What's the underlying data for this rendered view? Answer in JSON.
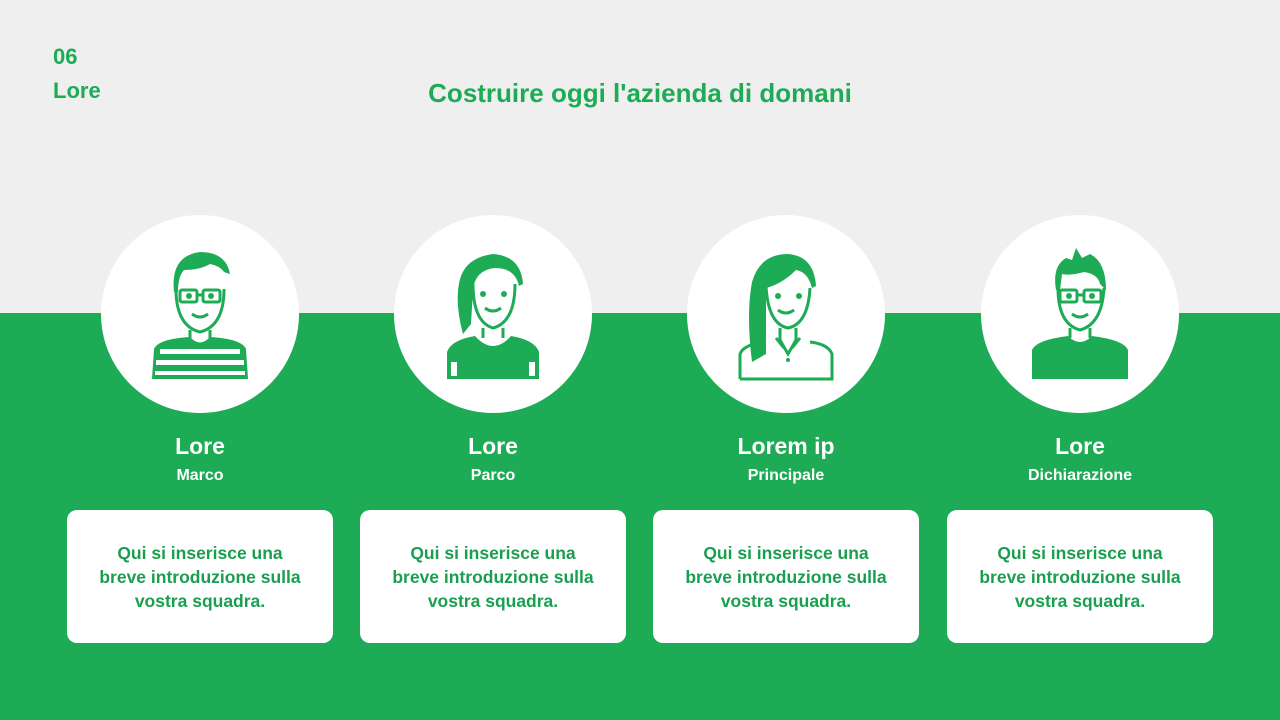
{
  "slide": {
    "number": "06",
    "label": "Lore",
    "title": "Costruire oggi l'azienda di domani"
  },
  "colors": {
    "accent": "#1eab55",
    "background": "#efeff0",
    "card": "#ffffff"
  },
  "team": [
    {
      "name": "Lore",
      "role": "Marco",
      "avatar_icon": "man-glasses-striped-shirt-icon",
      "description": "Qui si inserisce una breve introduzione sulla vostra squadra."
    },
    {
      "name": "Lore",
      "role": "Parco",
      "avatar_icon": "woman-ponytail-icon",
      "description": "Qui si inserisce una breve introduzione sulla vostra squadra."
    },
    {
      "name": "Lorem ip",
      "role": "Principale",
      "avatar_icon": "woman-long-hair-collar-shirt-icon",
      "description": "Qui si inserisce una breve introduzione sulla vostra squadra."
    },
    {
      "name": "Lore",
      "role": "Dichiarazione",
      "avatar_icon": "man-spiky-hair-glasses-icon",
      "description": "Qui si inserisce una breve introduzione sulla vostra squadra."
    }
  ]
}
